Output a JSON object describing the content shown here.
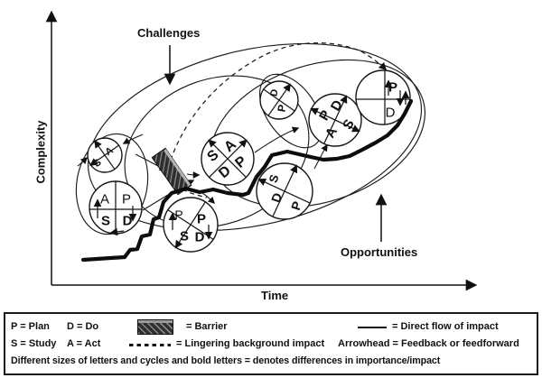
{
  "figure": {
    "axes": {
      "y": "Complexity",
      "x": "Time"
    },
    "annotations": {
      "challenges": "Challenges",
      "opportunities": "Opportunities"
    }
  },
  "cycles": {
    "c1": {
      "s": "S",
      "a": "A"
    },
    "c2": {
      "a": "A",
      "p": "P",
      "s": "S",
      "d": "D"
    },
    "c3": {
      "a": "A",
      "p": "P",
      "s": "S",
      "d": "D"
    },
    "c4": {
      "p1": "P",
      "p2": "P",
      "s": "S",
      "d": "D"
    },
    "c5": {
      "s": "S",
      "d": "D",
      "p": "P"
    },
    "c6": {
      "d": "D",
      "p": "P"
    },
    "c7": {
      "d": "D",
      "p": "P",
      "a": "A",
      "s": "S"
    },
    "c8": {
      "p": "P",
      "d": "D"
    }
  },
  "legend": {
    "p_plan": "P = Plan",
    "d_do": "D = Do",
    "barrier": "= Barrier",
    "direct_flow": "= Direct flow of impact",
    "s_study": "S = Study",
    "a_act": "A = Act",
    "lingering": "= Lingering background impact",
    "arrowhead": "Arrowhead = Feedback or feedforward",
    "note": "Different sizes of letters and cycles and bold letters = denotes differences in importance/impact"
  }
}
